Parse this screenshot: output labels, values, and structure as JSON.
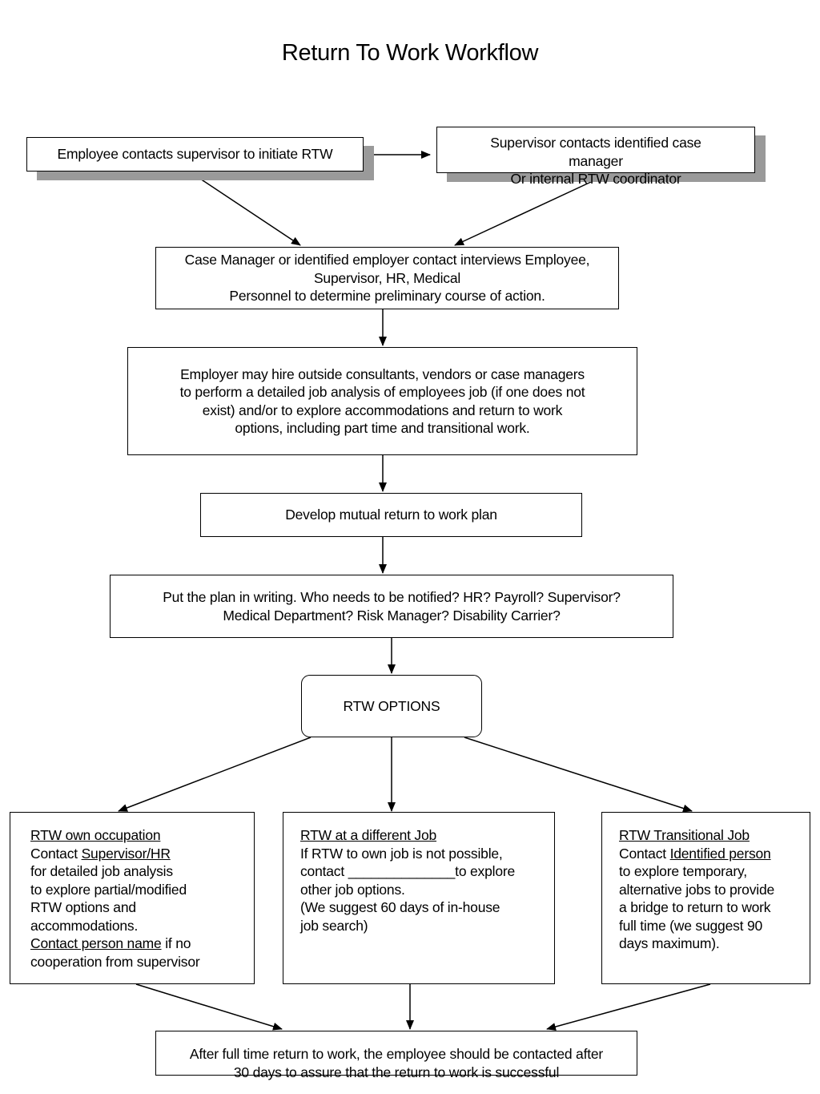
{
  "title": "Return To Work Workflow",
  "nodes": {
    "employee_contacts": "Employee contacts supervisor to initiate RTW",
    "supervisor_contacts": {
      "line1": "Supervisor contacts identified case",
      "line2": "manager",
      "line3": "Or internal RTW coordinator"
    },
    "case_manager": {
      "line1": "Case Manager or identified employer contact interviews Employee,",
      "line2": "Supervisor, HR, Medical",
      "line3": "Personnel to determine preliminary course of action."
    },
    "employer_hire": {
      "line1": "Employer may hire outside consultants, vendors or case managers",
      "line2": "to perform a detailed job analysis of employees job (if one does not",
      "line3": "exist) and/or to explore accommodations and return to work",
      "line4": "options, including part time and transitional work."
    },
    "develop_plan": "Develop mutual return to work plan",
    "put_in_writing": {
      "line1": "Put the plan in writing.  Who needs to be notified?  HR?  Payroll?  Supervisor?",
      "line2": "Medical Department?  Risk Manager?  Disability Carrier?"
    },
    "rtw_options": "RTW OPTIONS",
    "own_occupation": {
      "heading": "RTW own occupation",
      "contact_prefix": "Contact ",
      "contact_link": "Supervisor/HR",
      "line3": "for detailed job analysis",
      "line4": "to explore partial/modified",
      "line5": "RTW options and",
      "line6": "accommodations.",
      "contact_name_link": "Contact person name",
      "contact_name_suffix": " if no",
      "line8": "cooperation from supervisor"
    },
    "different_job": {
      "heading": "RTW at a different Job",
      "line2": "If RTW to own job is not possible,",
      "line3_prefix": "contact ",
      "blank": "______________",
      "line3_suffix": "to explore",
      "line4": "other job options.",
      "line5": "(We suggest 60 days of in-house",
      "line6": "job search)"
    },
    "transitional_job": {
      "heading": "RTW Transitional Job",
      "contact_prefix": "Contact ",
      "contact_link": "Identified person",
      "line3": "to explore temporary,",
      "line4": "alternative jobs to provide",
      "line5": "a bridge to return to work",
      "line6": "full time (we suggest 90",
      "line7": "days maximum)."
    },
    "after_full_time": {
      "line1": "After full time return to work, the employee should be contacted after",
      "line2": "30 days to assure that the return to work is successful"
    }
  }
}
